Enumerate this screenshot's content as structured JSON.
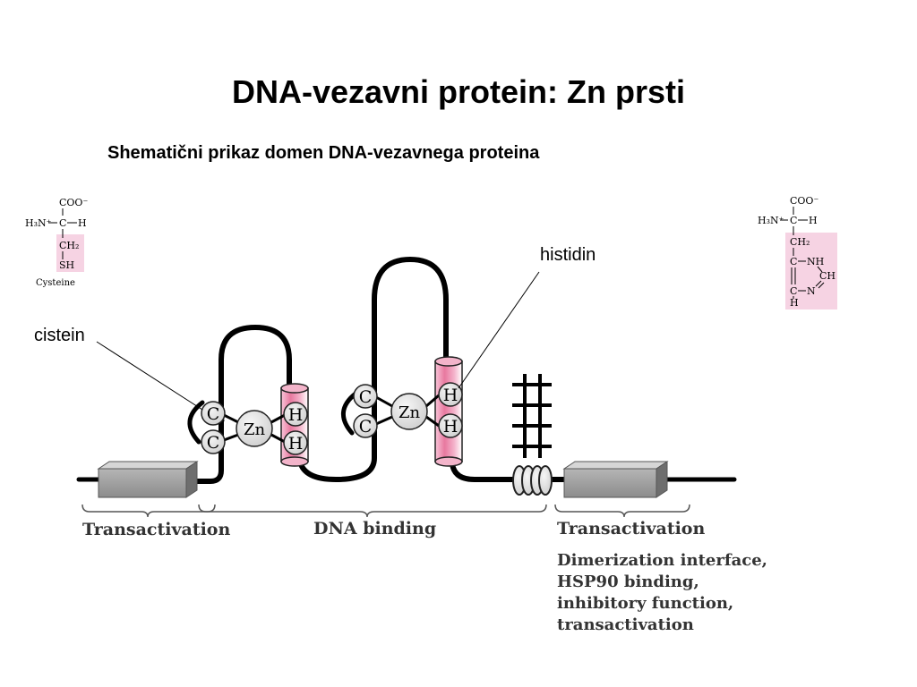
{
  "slide": {
    "title": "DNA-vezavni protein: Zn prsti",
    "subtitle": "Shematični prikaz domen DNA-vezavnega proteina"
  },
  "labels": {
    "cistein": "cistein",
    "histidin": "histidin"
  },
  "cysteine_structure": {
    "coo": "COO⁻",
    "h3n": "H₃N⁺",
    "c": "C",
    "h": "H",
    "ch2": "CH₂",
    "sh": "SH",
    "name": "Cysteine"
  },
  "histidine_structure": {
    "coo": "COO⁻",
    "h3n": "H₃N⁺",
    "c": "C",
    "h": "H",
    "ch2": "CH₂",
    "ring_c1": "C",
    "nh": "NH",
    "ch": "CH",
    "ring_c2": "C",
    "n": "N",
    "ring_h": "H"
  },
  "finger1": {
    "c1": "C",
    "c2": "C",
    "zn": "Zn",
    "h1": "H",
    "h2": "H"
  },
  "finger2": {
    "c1": "C",
    "c2": "C",
    "zn": "Zn",
    "h1": "H",
    "h2": "H"
  },
  "domains": {
    "transactivation_left": "Transactivation",
    "dna_binding": "DNA binding",
    "transactivation_right": "Transactivation",
    "right_desc": [
      "Dimerization interface,",
      "HSP90 binding,",
      "inhibitory function,",
      "transactivation"
    ]
  },
  "colors": {
    "pink_highlight": "#f6d3e3",
    "helix_pink": "#e8789f",
    "box_gray": "#9a9a9a",
    "circle_fill": "#e4e4e4"
  }
}
